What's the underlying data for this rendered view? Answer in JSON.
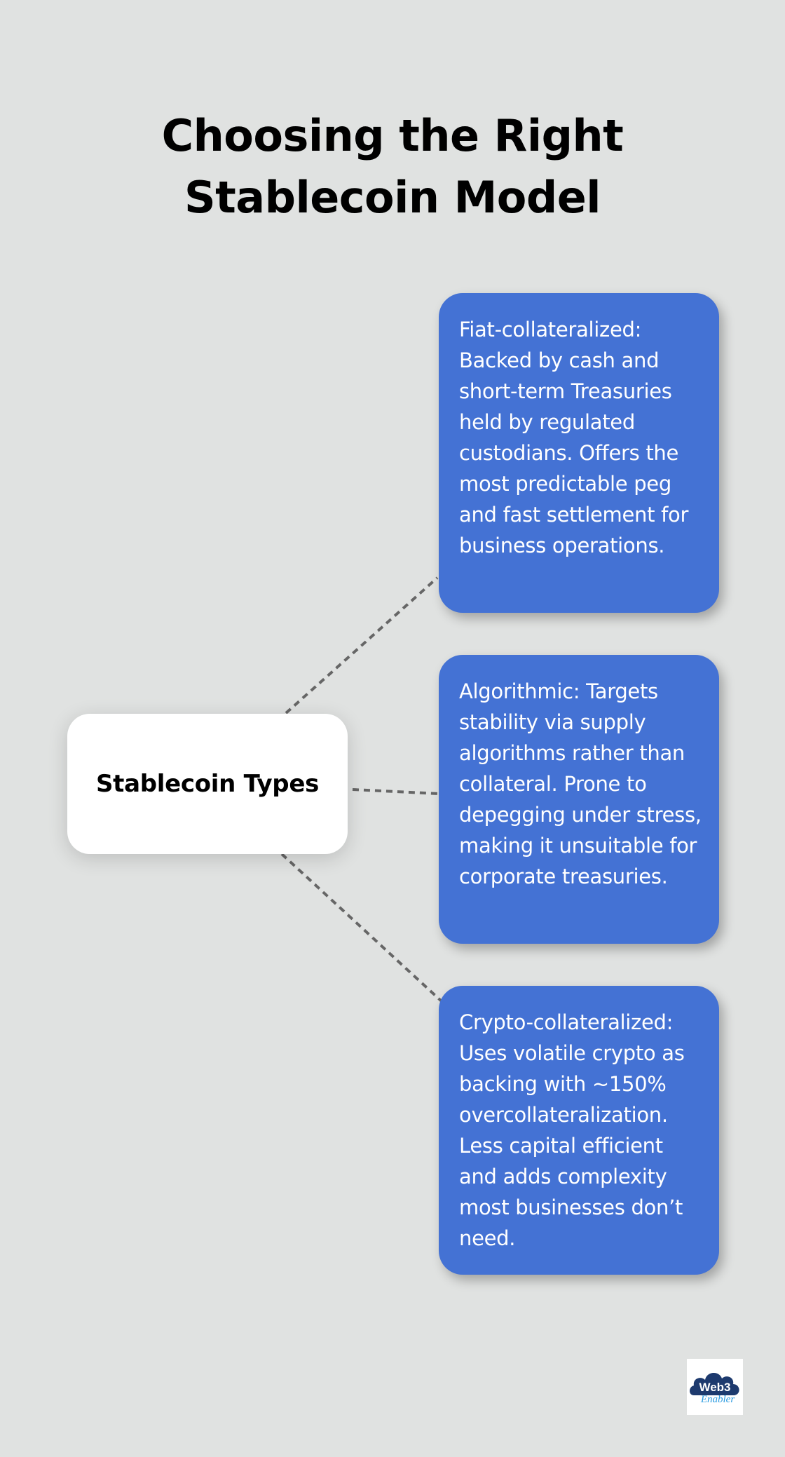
{
  "title": "Choosing the Right Stablecoin Model",
  "center_node": {
    "label": "Stablecoin Types"
  },
  "cards": [
    {
      "text": "Fiat-collateralized: Backed by cash and short-term Treasuries held by regulated custodians. Offers the most predictable peg and fast settlement for business operations."
    },
    {
      "text": "Algorithmic: Targets stability via supply algorithms rather than collateral. Prone to depegging under stress, making it unsuitable for corporate treasuries."
    },
    {
      "text": "Crypto-collateralized: Uses volatile crypto as backing with ~150% overcollateralization. Less capital efficient and adds complexity most businesses don’t need."
    }
  ],
  "logo": {
    "line1": "Web3",
    "line2": "Enabler"
  },
  "colors": {
    "background": "#e0e2e1",
    "card": "#4472d4",
    "center_node": "#ffffff",
    "connector": "#666666",
    "logo_cloud": "#1d3a6e",
    "logo_script": "#2a9be0"
  }
}
